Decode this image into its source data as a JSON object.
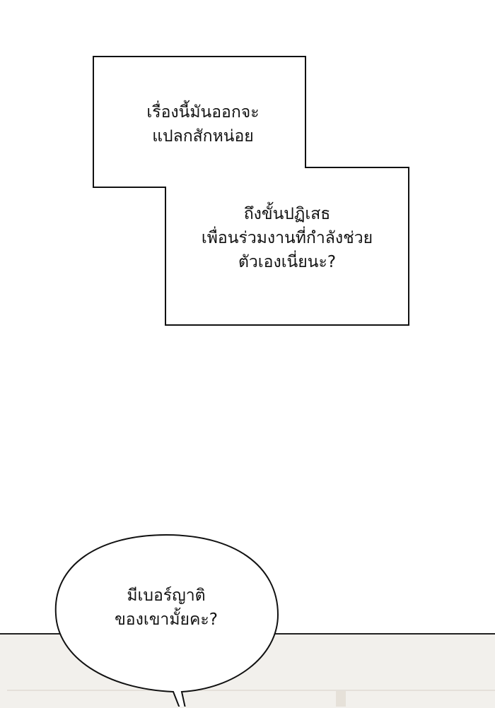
{
  "caption_box_1": {
    "lines": [
      "เรื่องนี้มันออกจะ",
      "แปลกสักหน่อย"
    ]
  },
  "caption_box_2": {
    "lines": [
      "ถึงขั้นปฏิเสธ",
      "เพื่อนร่วมงานที่กำลังช่วย",
      "ตัวเองเนี่ยนะ?"
    ]
  },
  "speech_bubble": {
    "lines": [
      "มีเบอร์ญาติ",
      "ของเขามั้ยคะ?"
    ]
  },
  "colors": {
    "panel_background": "#f2f0ec",
    "outline": "#111111"
  }
}
